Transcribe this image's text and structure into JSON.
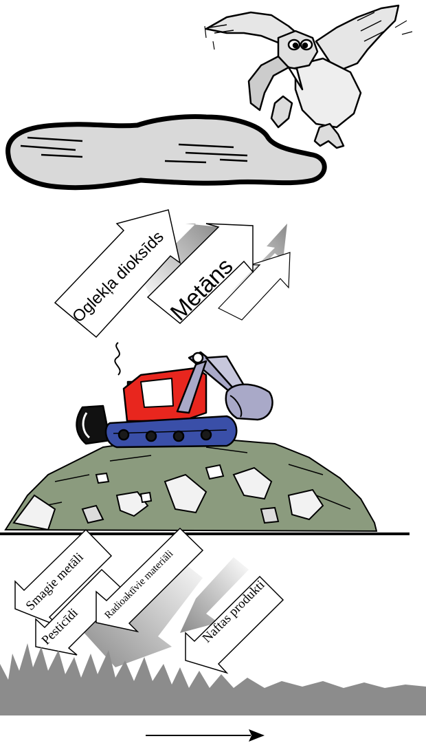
{
  "diagram": {
    "up_labels": {
      "co2": "Oglekļa dioksīds",
      "methane": "Metāns"
    },
    "down_labels": {
      "heavy_metals": "Smagie metāli",
      "pesticides": "Pesticīdi",
      "radioactive": "Radioaktīvie materiāli",
      "oil_products": "Naftas produkti"
    },
    "colors": {
      "cloud": "#d9d9d9",
      "bulldozer_body": "#e8261e",
      "bulldozer_track": "#3a4fa8",
      "bucket": "#a9a9c8",
      "garbage": "#8b9b7e",
      "grass": "#8c8c8c",
      "arrow_gray": "#a6a6a6"
    }
  }
}
